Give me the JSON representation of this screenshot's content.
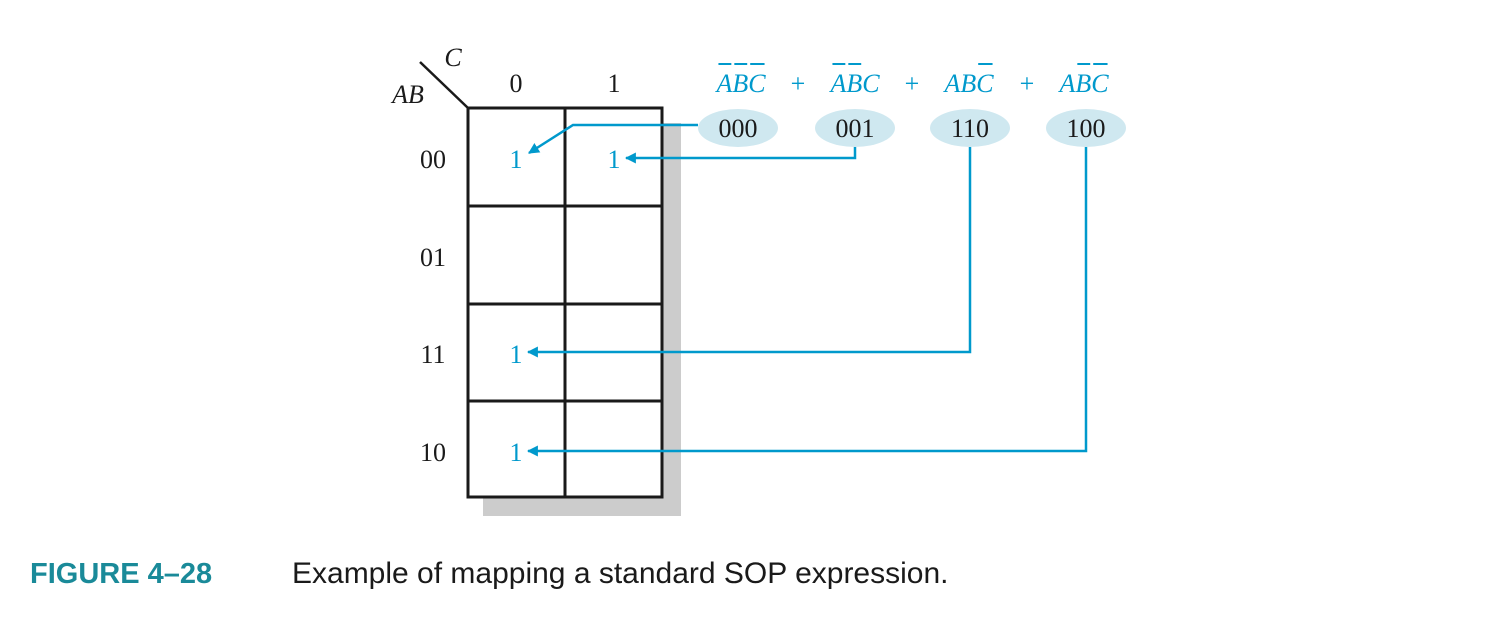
{
  "colors": {
    "accent": "#0099cc",
    "oval": "#cfe8f0",
    "shadow": "#cccccc",
    "caption_label": "#1a8a99",
    "ink": "#1a1a1a"
  },
  "kmap": {
    "col_var": "C",
    "row_var": "AB",
    "col_labels": [
      "0",
      "1"
    ],
    "row_labels": [
      "00",
      "01",
      "11",
      "10"
    ],
    "cell_values": [
      [
        "1",
        "1"
      ],
      [
        "",
        ""
      ],
      [
        "1",
        ""
      ],
      [
        "1",
        ""
      ]
    ]
  },
  "expression": {
    "terms": [
      {
        "letters": "ABC",
        "bars": [
          true,
          true,
          true
        ],
        "code": "000"
      },
      {
        "letters": "ABC",
        "bars": [
          true,
          true,
          false
        ],
        "code": "001"
      },
      {
        "letters": "ABC",
        "bars": [
          false,
          false,
          true
        ],
        "code": "110"
      },
      {
        "letters": "ABC",
        "bars": [
          false,
          true,
          true
        ],
        "code": "100"
      }
    ],
    "operator": "+"
  },
  "caption": {
    "label": "FIGURE 4–28",
    "text": "Example of mapping a standard SOP expression."
  }
}
